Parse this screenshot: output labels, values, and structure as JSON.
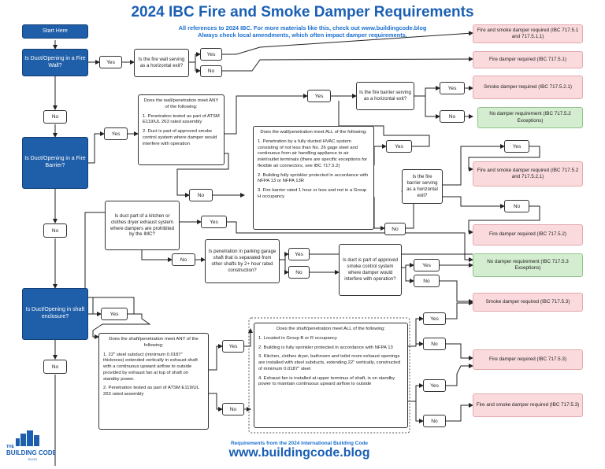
{
  "header": {
    "title": "2024 IBC Fire and Smoke Damper Requirements",
    "line1": "All references to 2024 IBC. For more materials like this, check out www.buildingcode.blog",
    "line2": "Always check local amendments, which often impact damper requirements."
  },
  "labels": {
    "yes": "Yes",
    "no": "No"
  },
  "main": {
    "start": "Start Here",
    "fire_wall": "Is Duct/Opening in a Fire Wall?",
    "fire_barrier": "Is Duct/Opening in a Fire Barrier?",
    "shaft": "Is Duct/Opening in shaft enclosure?"
  },
  "questions": {
    "fw_horizontal_exit": "Is the fire wall serving as a horizontal exit?",
    "fb_horizontal_exit_top": "Is the fire barrier serving as a horizontal exit?",
    "fb_horizontal_exit_mid": "Is the fire barrier serving as a horizontal exit?",
    "kitchen": "Is duct part of a kitchen or clothes dryer exhaust system where dampers are prohibited by the IMC?",
    "garage": "Is penetration in parking garage shaft that is separated from other shafts by 2+ hour rated construction?",
    "smoke_control": "Is duct is part of approved smoke control system where damper would interfere with operation?"
  },
  "lists": {
    "fb_any": {
      "head": "Does the wall/penetration meet ANY of the following:",
      "items": [
        "1. Penetration tested as part of ATSM E119/UL 263 rated assembly",
        "2. Duct is part of approved smoke control system where damper would interfere with operation"
      ]
    },
    "fb_all": {
      "head": "Does the wall/penetration meet ALL of the following:",
      "items": [
        "1. Penetration by a fully ducted HVAC system consisting of not less than No. 26 gage steel and continuous from air handling appliance to air inlet/outlet terminals (there are specific exceptions for flexible air connectors, see IBC 717.5.2)",
        "2. Building fully sprinkler protected in accordance with NFPA 13 or NFPA 13R",
        "3. Fire barrier rated 1 hour or less and not in a Group H occupancy"
      ]
    },
    "shaft_any": {
      "head": "Does the shaft/penetration meet ANY of the following:",
      "items": [
        "1. 22\" steel subduct (minimum 0.0187\" thickness) extended vertically in exhaust shaft with a continuous upward airflow to outside provided by exhaust fan at top of shaft on standby power.",
        "2. Penetration tested as part of ATSM E119/UL 263 rated assembly"
      ]
    },
    "shaft_all": {
      "head": "Does the shaft/penetration meet ALL of the following:",
      "items": [
        "1. Located in Group B or R occupancy",
        "2. Building is fully sprinkler protected in accordance with NFPA 13",
        "3. Kitchen, clothes dryer, bathroom and toilet room exhaust openings are installed with steel subducts, extending 22\" vertically, constructed of minimum 0.0187\" steel",
        "4. Exhaust fan is installed at upper terminus of shaft, is on standby power to maintain continuous upward airflow to outside"
      ]
    }
  },
  "outcomes": {
    "o1": "Fire and smoke damper required (IBC 717.5.1 and 717.5.1.1)",
    "o2": "Fire damper required (IBC 717.5.1)",
    "o3": "Smoke damper required (IBC 717.5.2.1)",
    "o4": "No damper requirement (IBC 717.5.2 Exceptions)",
    "o5": "Fire and smoke damper required (IBC 717.5.2 and 717.5.2.1)",
    "o6": "Fire damper required (IBC 717.5.2)",
    "o7": "No damper requirement (IBC 717.5.3 Exceptions)",
    "o8": "Smoke damper required (IBC 717.5.3)",
    "o9": "Fire damper required (IBC 717.5.3)",
    "o10": "Fire and smoke damper required (IBC 717.5.3)"
  },
  "logo": {
    "line1": "THE",
    "line2": "BUILDING CODE",
    "line3": "BLOG"
  },
  "footer": {
    "line1": "Requirements from the 2024 International Building Code",
    "line2": "www.buildingcode.blog"
  },
  "colors": {
    "blue": "#1f5ea8",
    "title": "#1a5fb4",
    "pink": "#fadadd",
    "green": "#d4ecd0"
  }
}
